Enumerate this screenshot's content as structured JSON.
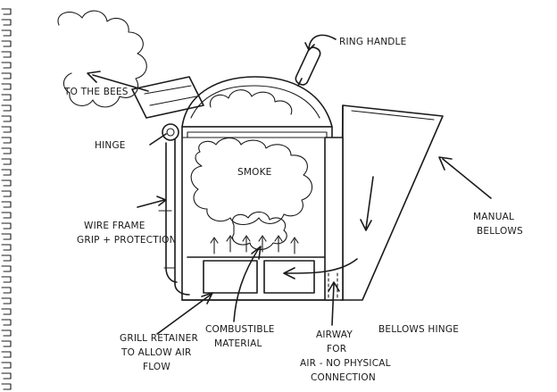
{
  "diagram": {
    "labels": {
      "to_bees": "TO THE BEES",
      "ring_handle": "RING HANDLE",
      "hinge": "HINGE",
      "smoke": "SMOKE",
      "wire_frame_1": "WIRE FRAME",
      "wire_frame_2": "GRIP + PROTECTION",
      "manual_bellows_1": "MANUAL",
      "manual_bellows_2": "BELLOWS",
      "grill_1": "GRILL RETAINER",
      "grill_2": "TO ALLOW AIR",
      "grill_3": "FLOW",
      "combustible_1": "COMBUSTIBLE",
      "combustible_2": "MATERIAL",
      "airway_1": "AIRWAY",
      "airway_2": "FOR",
      "airway_3": "AIR - NO PHYSICAL",
      "airway_4": "CONNECTION",
      "bellows_hinge": "BELLOWS HINGE"
    },
    "icons": {
      "spiral_binding": "spiral-binding-icon",
      "arrow": "arrow-icon"
    }
  }
}
